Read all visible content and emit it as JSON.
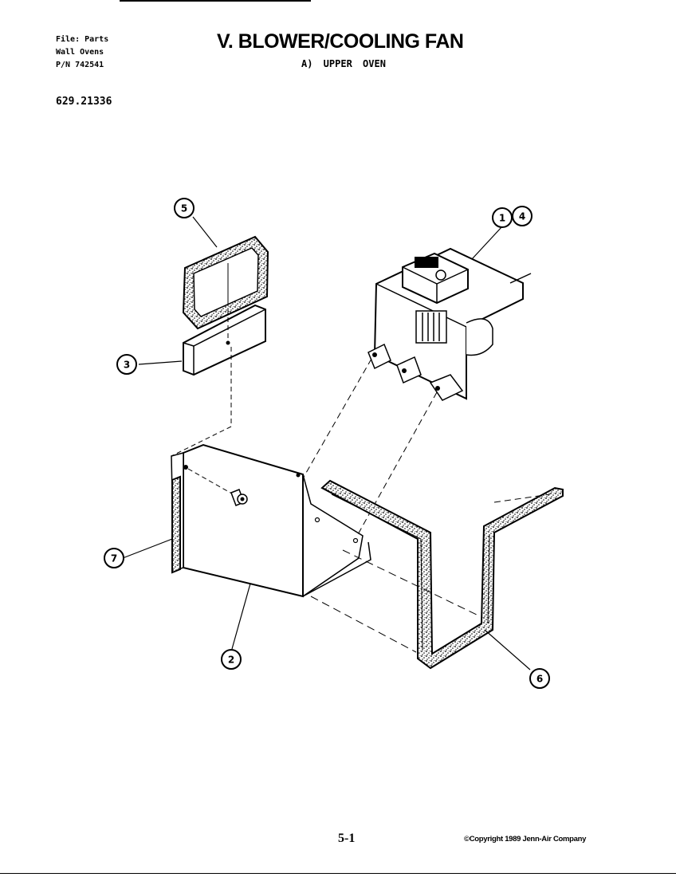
{
  "header": {
    "file_line1": "File: Parts",
    "file_line2": "Wall Ovens",
    "file_line3": "P/N 742541",
    "title": "V. BLOWER/COOLING FAN",
    "subtitle": "A) UPPER OVEN",
    "model_number": "629.21336"
  },
  "callouts": {
    "c1": "1",
    "c2": "2",
    "c3": "3",
    "c4": "4",
    "c5": "5",
    "c6": "6",
    "c7": "7"
  },
  "footer": {
    "page_number": "5-1",
    "copyright": "©Copyright 1989 Jenn-Air Company"
  }
}
